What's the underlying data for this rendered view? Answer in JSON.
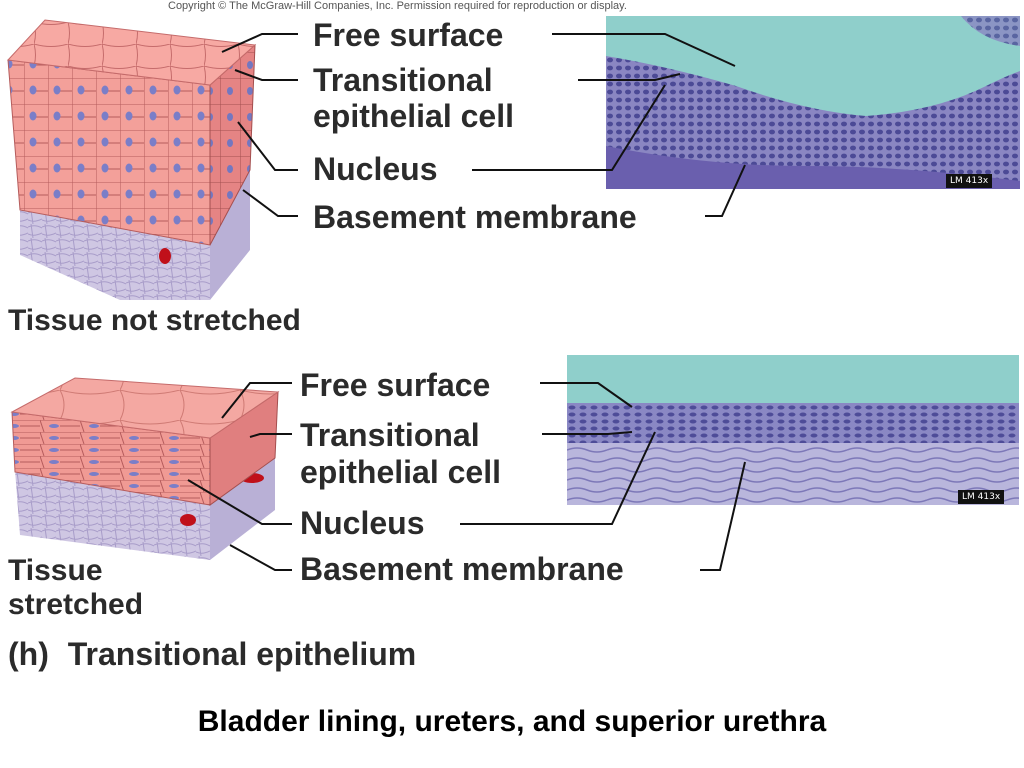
{
  "copyright": "Copyright © The McGraw-Hill Companies, Inc. Permission required for reproduction or display.",
  "top_panel": {
    "labels": {
      "free_surface": "Free surface",
      "transitional_cell_line1": "Transitional",
      "transitional_cell_line2": "epithelial cell",
      "nucleus": "Nucleus",
      "basement_membrane": "Basement membrane"
    },
    "state_label": "Tissue not stretched",
    "magnification": "LM 413x"
  },
  "bottom_panel": {
    "labels": {
      "free_surface": "Free surface",
      "transitional_cell_line1": "Transitional",
      "transitional_cell_line2": "epithelial cell",
      "nucleus": "Nucleus",
      "basement_membrane": "Basement membrane"
    },
    "state_label_line1": "Tissue",
    "state_label_line2": "stretched",
    "magnification": "LM 413x"
  },
  "figure_caption": {
    "letter": "(h)",
    "title": "Transitional epithelium"
  },
  "footer_text": "Bladder lining, ureters, and superior urethra",
  "colors": {
    "epithelium": "#f08a8a",
    "epithelium_dark": "#d95f5f",
    "nucleus": "#7a7ec8",
    "connective": "#c9c2de",
    "micro_background": "#8fcfcb",
    "micro_tissue": "#6f6fb0",
    "leader_line": "#111111"
  }
}
